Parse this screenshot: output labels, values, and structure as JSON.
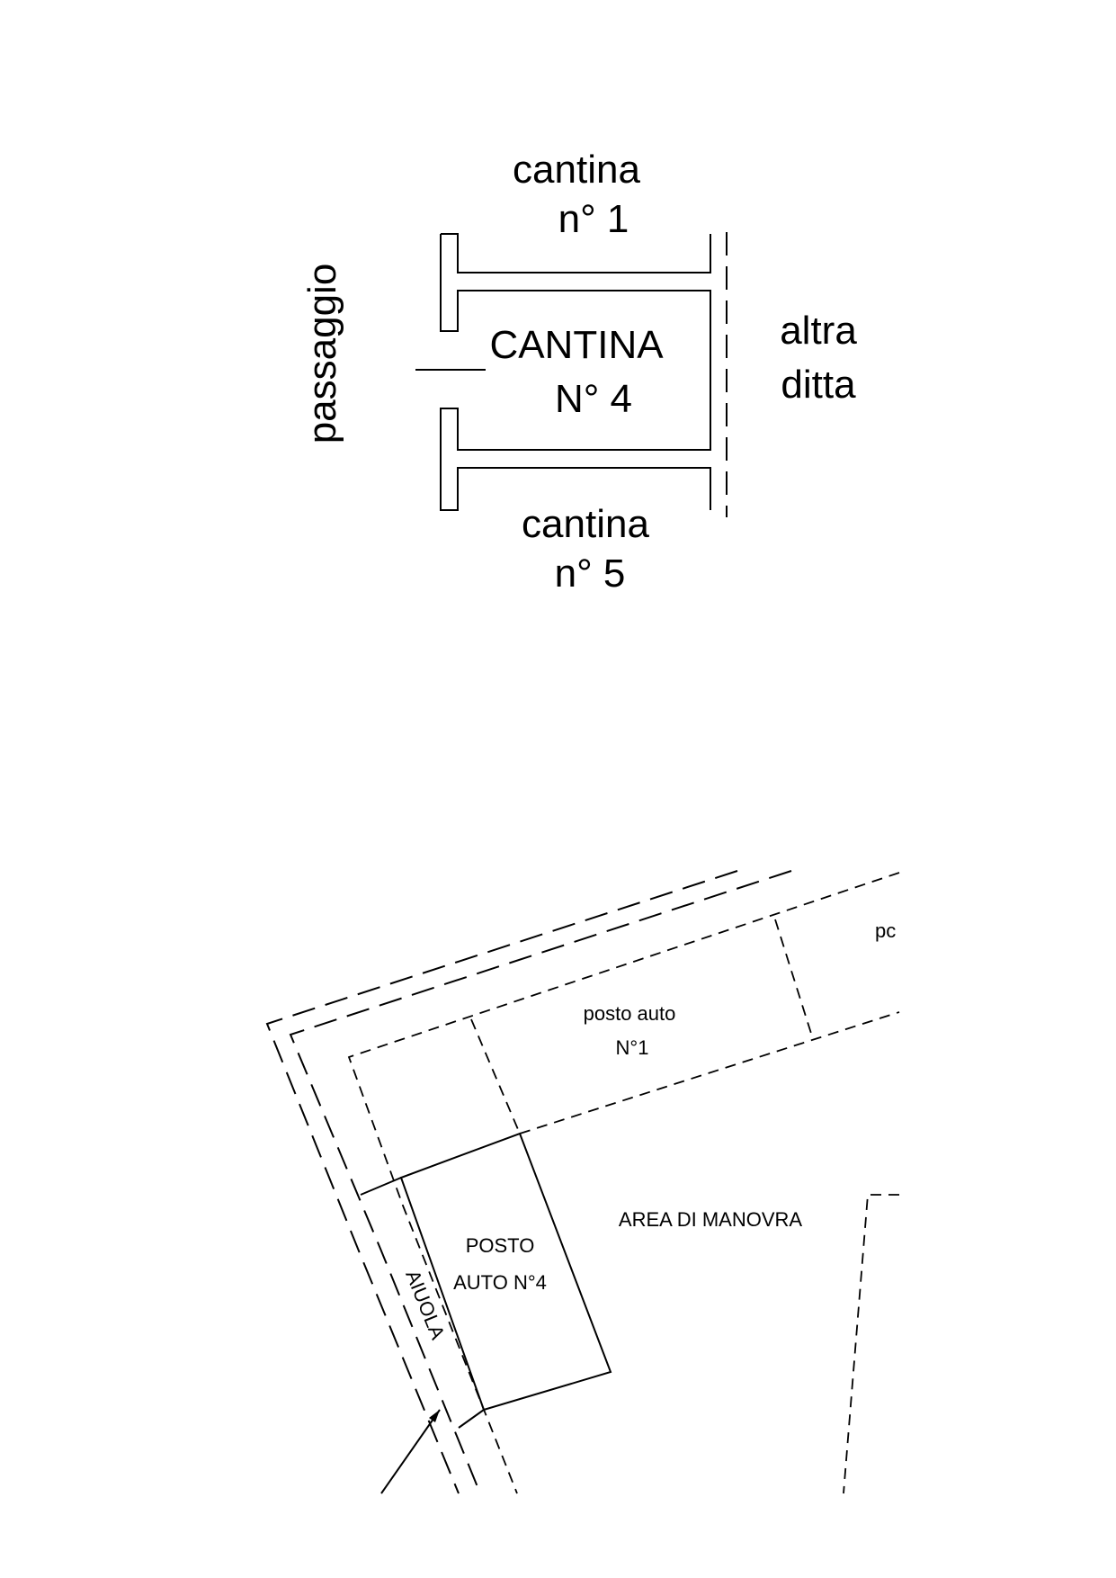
{
  "cellar_plan": {
    "cantina_1": {
      "line1": "cantina",
      "line2": "n° 1"
    },
    "cantina_4": {
      "line1": "CANTINA",
      "line2": "N° 4"
    },
    "cantina_5": {
      "line1": "cantina",
      "line2": "n° 5"
    },
    "passaggio": "passaggio",
    "altra_ditta": {
      "line1": "altra",
      "line2": "ditta"
    }
  },
  "parking_plan": {
    "posto_auto_1": {
      "line1": "posto auto",
      "line2": "N°1"
    },
    "posto_auto_4": {
      "line1": "POSTO",
      "line2": "AUTO N°4"
    },
    "area_manovra": "AREA DI MANOVRA",
    "aiuola": "AIUOLA",
    "cut_label": "pc"
  }
}
